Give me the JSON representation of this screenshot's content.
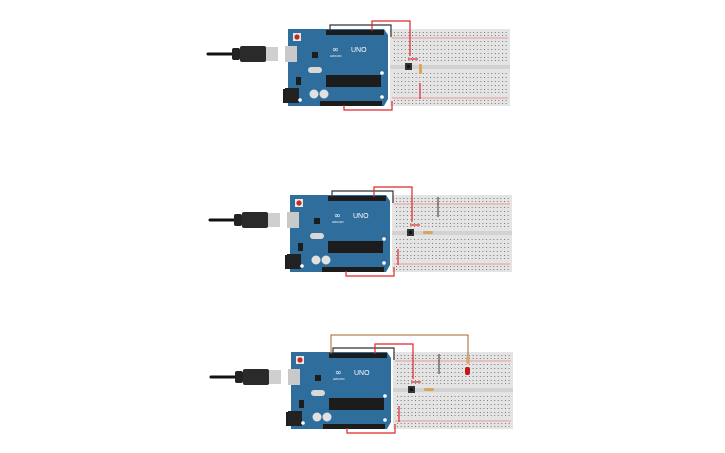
{
  "canvas": {
    "background": "#ffffff"
  },
  "board_labels": {
    "logo": "ARDUINO",
    "model": "UNO"
  },
  "colors": {
    "board": "#2f6d9c",
    "breadboard": "#e4e4e4",
    "wire_red": "#e0262b",
    "wire_black": "#333333",
    "wire_orange": "#a0642c",
    "led": "#c8161d"
  },
  "circuits": [
    {
      "id": "circuit-1",
      "resistor": "vertical",
      "extra_black_jumper": false,
      "led": false
    },
    {
      "id": "circuit-2",
      "resistor": "horizontal",
      "extra_black_jumper": true,
      "led": false
    },
    {
      "id": "circuit-3",
      "resistor": "horizontal",
      "extra_black_jumper": true,
      "led": true
    }
  ]
}
